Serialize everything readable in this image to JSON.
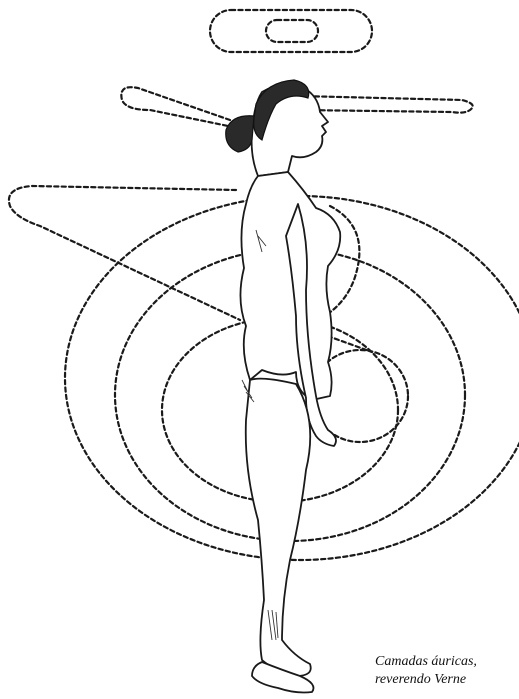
{
  "caption": {
    "line1": "Camadas áuricas,",
    "line2": "reverendo Verne"
  },
  "figure": {
    "subject": "standing-woman-profile",
    "aura_style": "dashed"
  },
  "colors": {
    "ink": "#1a1a1a",
    "background": "#ffffff"
  }
}
